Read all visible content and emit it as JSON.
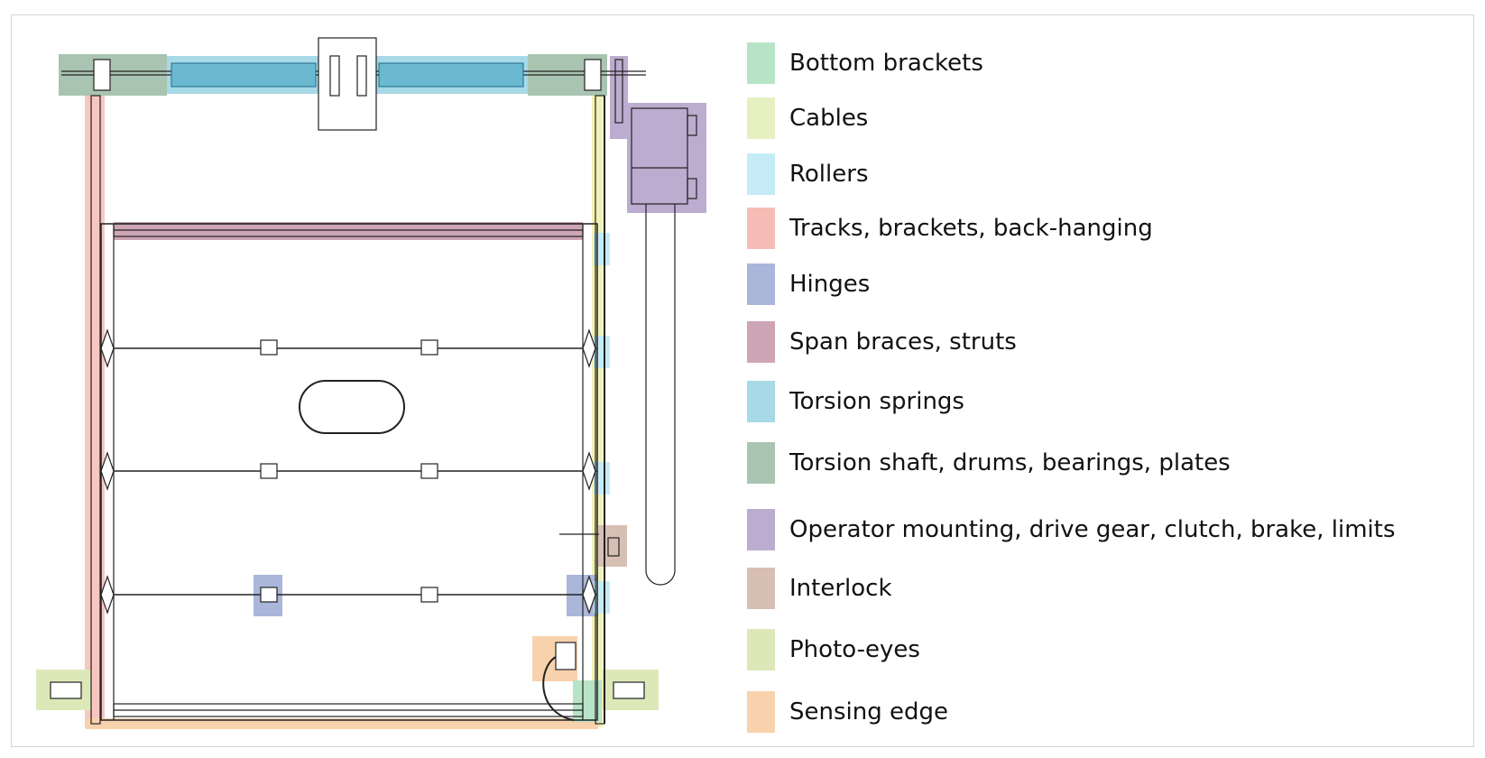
{
  "legend": [
    {
      "label": "Bottom brackets",
      "color": "#b7e4c7"
    },
    {
      "label": "Cables",
      "color": "#e6f0c0"
    },
    {
      "label": "Rollers",
      "color": "#c5ebf7"
    },
    {
      "label": "Tracks, brackets, back-hanging",
      "color": "#f6bcb6"
    },
    {
      "label": "Hinges",
      "color": "#aab6da"
    },
    {
      "label": "Span braces, struts",
      "color": "#cda5b5"
    },
    {
      "label": "Torsion springs",
      "color": "#a8d9e6"
    },
    {
      "label": "Torsion shaft, drums, bearings, plates",
      "color": "#a9c4b0"
    },
    {
      "label": "Operator mounting, drive gear, clutch, brake, limits",
      "color": "#bcacd0"
    },
    {
      "label": "Interlock",
      "color": "#d8bfb4"
    },
    {
      "label": "Photo-eyes",
      "color": "#dde8b8"
    },
    {
      "label": "Sensing edge",
      "color": "#f8d2ad"
    }
  ]
}
